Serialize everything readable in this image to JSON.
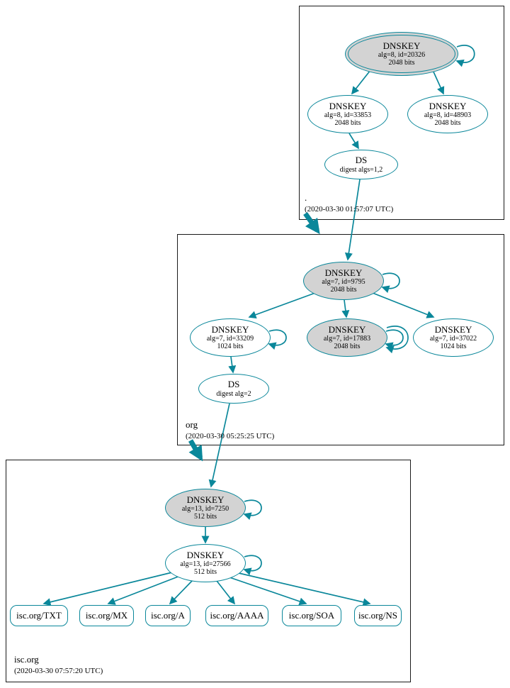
{
  "colors": {
    "accent": "#0a879a",
    "sep_key_fill": "#d3d3d3",
    "zone_border": "#1a1a1a"
  },
  "zones": [
    {
      "label": ".",
      "timestamp": "(2020-03-30 01:57:07 UTC)",
      "nodes": {
        "ksk": {
          "title": "DNSKEY",
          "detail": "alg=8, id=20326",
          "bits": "2048 bits"
        },
        "zsk1": {
          "title": "DNSKEY",
          "detail": "alg=8, id=33853",
          "bits": "2048 bits"
        },
        "zsk2": {
          "title": "DNSKEY",
          "detail": "alg=8, id=48903",
          "bits": "2048 bits"
        },
        "ds": {
          "title": "DS",
          "detail": "digest algs=1,2"
        }
      }
    },
    {
      "label": "org",
      "timestamp": "(2020-03-30 05:25:25 UTC)",
      "nodes": {
        "ksk": {
          "title": "DNSKEY",
          "detail": "alg=7, id=9795",
          "bits": "2048 bits"
        },
        "zsk1": {
          "title": "DNSKEY",
          "detail": "alg=7, id=33209",
          "bits": "1024 bits"
        },
        "ksk2": {
          "title": "DNSKEY",
          "detail": "alg=7, id=17883",
          "bits": "2048 bits"
        },
        "zsk2": {
          "title": "DNSKEY",
          "detail": "alg=7, id=37022",
          "bits": "1024 bits"
        },
        "ds": {
          "title": "DS",
          "detail": "digest alg=2"
        }
      }
    },
    {
      "label": "isc.org",
      "timestamp": "(2020-03-30 07:57:20 UTC)",
      "nodes": {
        "ksk": {
          "title": "DNSKEY",
          "detail": "alg=13, id=7250",
          "bits": "512 bits"
        },
        "zsk": {
          "title": "DNSKEY",
          "detail": "alg=13, id=27566",
          "bits": "512 bits"
        }
      },
      "rrsets": [
        {
          "label": "isc.org/TXT"
        },
        {
          "label": "isc.org/MX"
        },
        {
          "label": "isc.org/A"
        },
        {
          "label": "isc.org/AAAA"
        },
        {
          "label": "isc.org/SOA"
        },
        {
          "label": "isc.org/NS"
        }
      ]
    }
  ]
}
